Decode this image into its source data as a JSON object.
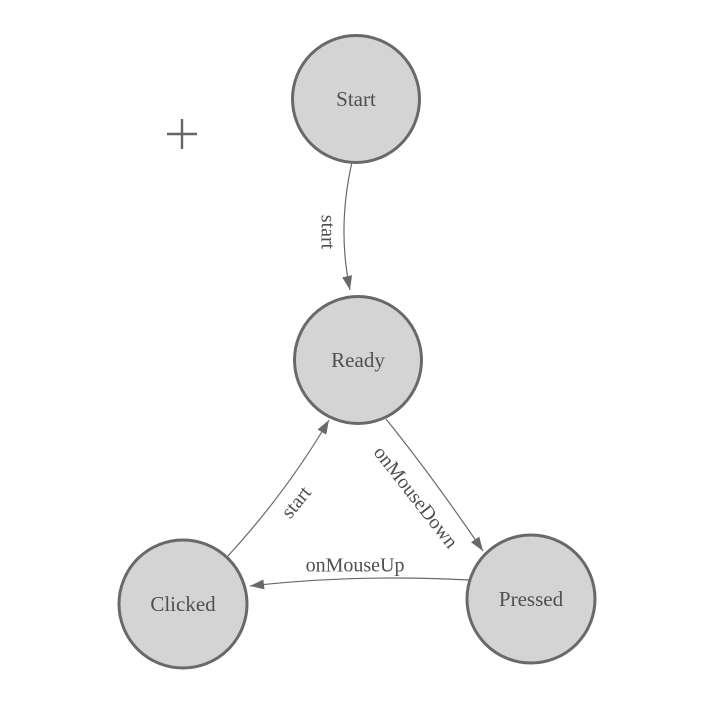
{
  "diagram": {
    "nodes": [
      {
        "id": "start",
        "label": "Start"
      },
      {
        "id": "ready",
        "label": "Ready"
      },
      {
        "id": "clicked",
        "label": "Clicked"
      },
      {
        "id": "pressed",
        "label": "Pressed"
      }
    ],
    "edges": [
      {
        "from": "start",
        "to": "ready",
        "label": "start"
      },
      {
        "from": "clicked",
        "to": "ready",
        "label": "start"
      },
      {
        "from": "ready",
        "to": "pressed",
        "label": "onMouseDown"
      },
      {
        "from": "pressed",
        "to": "clicked",
        "label": "onMouseUp"
      }
    ],
    "icons": {
      "plus": "plus-icon"
    },
    "colors": {
      "background": "#ffffff",
      "node_fill": "#d4d4d4",
      "node_stroke": "#696969",
      "edge_stroke": "#696969",
      "arrow_fill": "#696969",
      "text": "#4f4f4f",
      "plus": "#666666"
    }
  }
}
